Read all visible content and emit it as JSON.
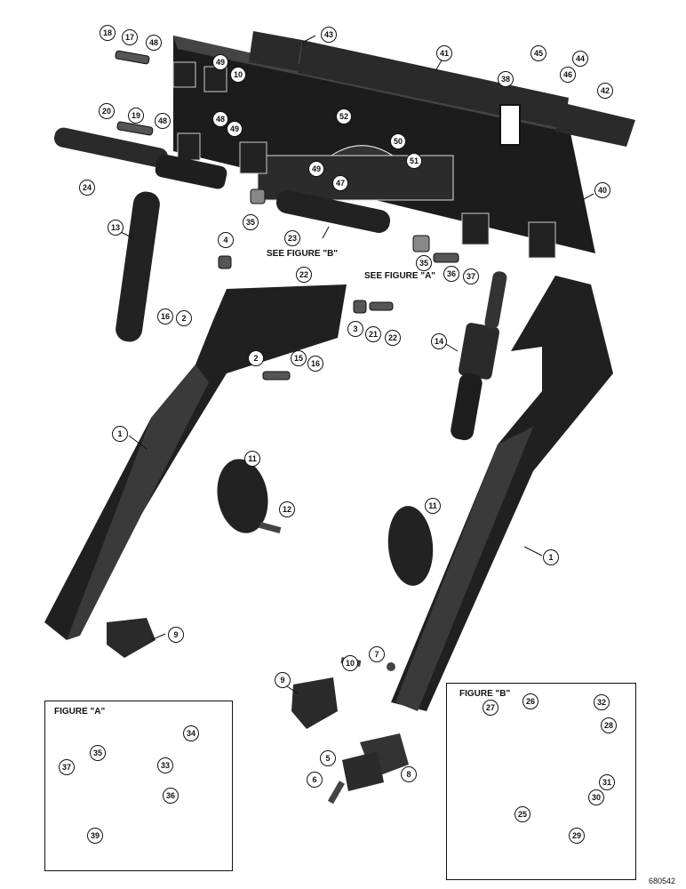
{
  "callouts": {
    "c1a": "1",
    "c1b": "1",
    "c2a": "2",
    "c2b": "2",
    "c3": "3",
    "c4": "4",
    "c5": "5",
    "c6": "6",
    "c7": "7",
    "c8": "8",
    "c9a": "9",
    "c9b": "9",
    "c10": "10",
    "c11a": "11",
    "c11b": "11",
    "c12": "12",
    "c13": "13",
    "c14": "14",
    "c15": "15",
    "c16a": "16",
    "c16b": "16",
    "c17": "17",
    "c18": "18",
    "c19": "19",
    "c20": "20",
    "c21": "21",
    "c22a": "22",
    "c22b": "22",
    "c23": "23",
    "c24": "24",
    "c35a": "35",
    "c35b": "35",
    "c36": "36",
    "c37": "37",
    "c38": "38",
    "c40": "40",
    "c41": "41",
    "c42": "42",
    "c43": "43",
    "c44": "44",
    "c45": "45",
    "c46": "46",
    "c47": "47",
    "c48a": "48",
    "c48b": "48",
    "c48c": "48",
    "c49a": "49",
    "c49b": "49",
    "c49c": "49",
    "c50": "50",
    "c51": "51",
    "c52": "52",
    "c10b": "10",
    "fa33": "33",
    "fa34": "34",
    "fa35": "35",
    "fa36": "36",
    "fa37": "37",
    "fa39": "39",
    "fb25": "25",
    "fb26": "26",
    "fb27": "27",
    "fb28": "28",
    "fb29": "29",
    "fb30": "30",
    "fb31": "31",
    "fb32": "32"
  },
  "notes": {
    "see_b": "SEE FIGURE \"B\"",
    "see_a": "SEE FIGURE \"A\""
  },
  "figure_a": {
    "title": "FIGURE \"A\""
  },
  "figure_b": {
    "title": "FIGURE \"B\""
  },
  "doc_number": "680542"
}
